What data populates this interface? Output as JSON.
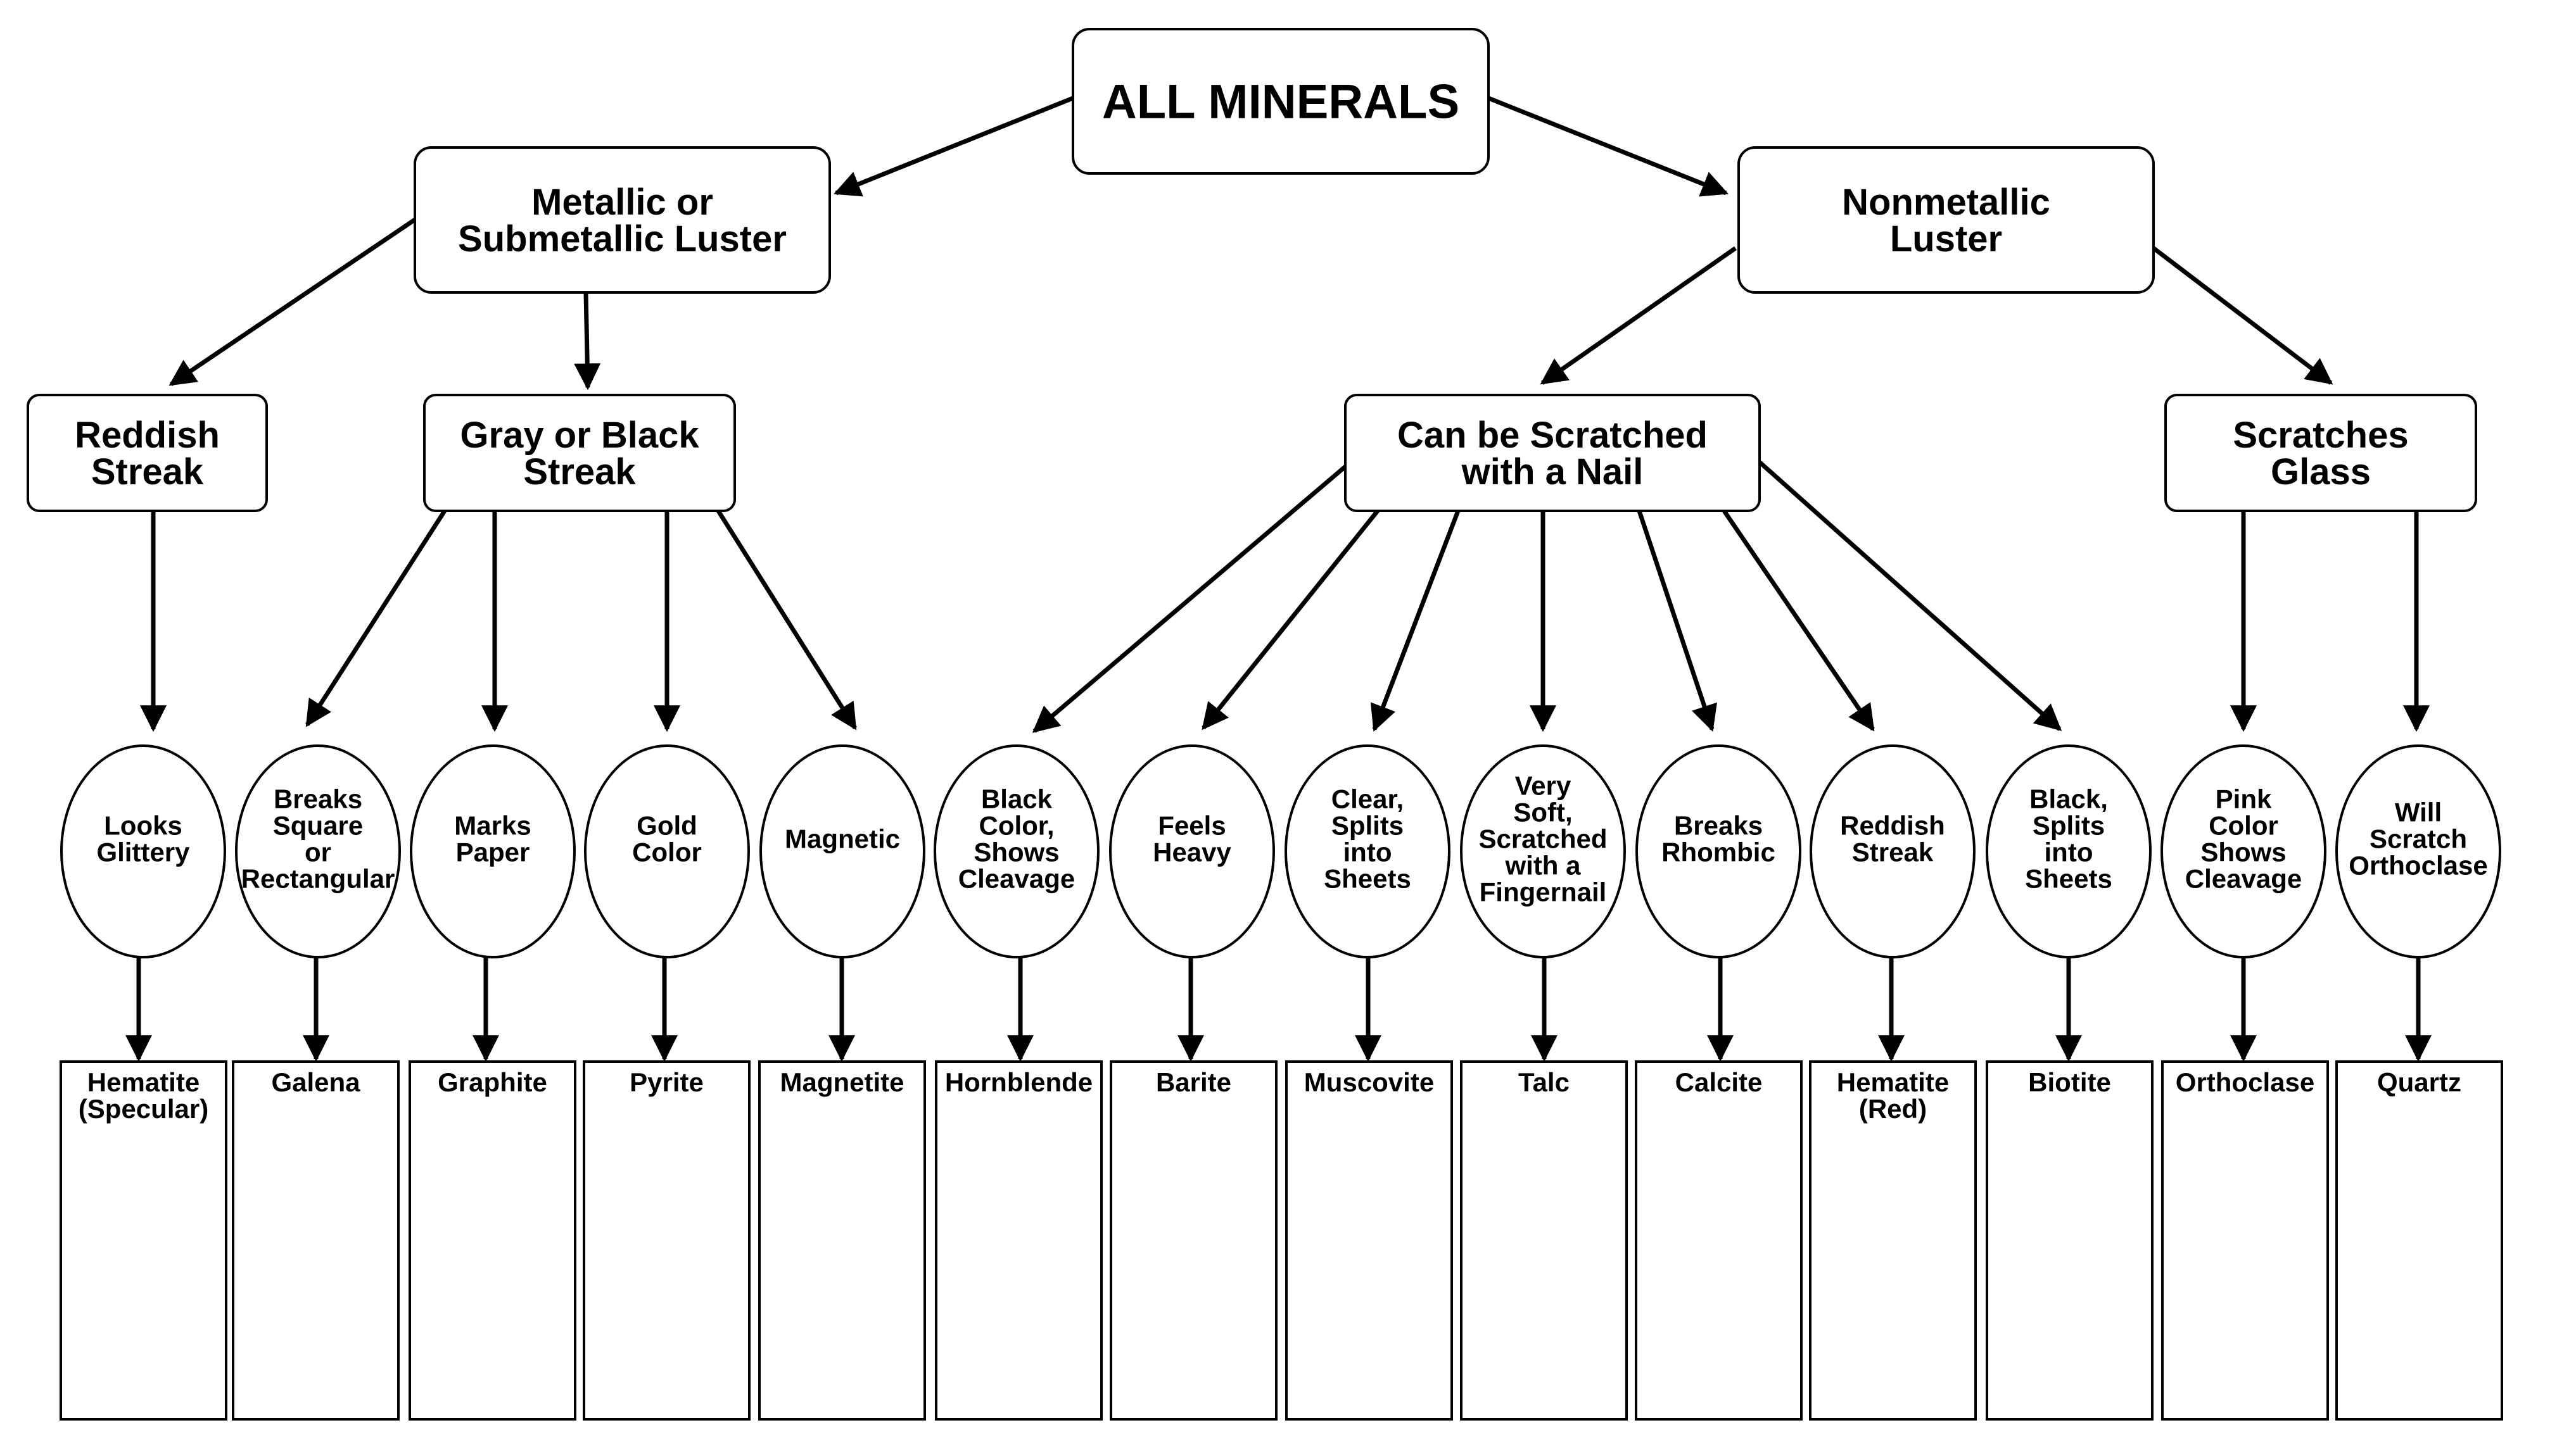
{
  "diagram": {
    "root": {
      "lines": [
        "ALL MINERALS"
      ]
    },
    "luster_groups": [
      {
        "id": "metallic",
        "lines": [
          "Metallic or",
          "Submetallic Luster"
        ]
      },
      {
        "id": "nonmetallic",
        "lines": [
          "Nonmetallic",
          "Luster"
        ]
      }
    ],
    "tests": [
      {
        "id": "reddish-streak",
        "lines": [
          "Reddish",
          "Streak"
        ]
      },
      {
        "id": "gray-black-streak",
        "lines": [
          "Gray or Black",
          "Streak"
        ]
      },
      {
        "id": "scratched-nail",
        "lines": [
          "Can be Scratched",
          "with a Nail"
        ]
      },
      {
        "id": "scratches-glass",
        "lines": [
          "Scratches",
          "Glass"
        ]
      }
    ],
    "properties": [
      {
        "id": "looks-glittery",
        "lines": [
          "Looks",
          "Glittery"
        ]
      },
      {
        "id": "breaks-square",
        "lines": [
          "Breaks",
          "Square",
          "or",
          "Rectangular"
        ]
      },
      {
        "id": "marks-paper",
        "lines": [
          "Marks",
          "Paper"
        ]
      },
      {
        "id": "gold-color",
        "lines": [
          "Gold",
          "Color"
        ]
      },
      {
        "id": "magnetic",
        "lines": [
          "Magnetic"
        ]
      },
      {
        "id": "black-cleavage",
        "lines": [
          "Black",
          "Color,",
          "Shows",
          "Cleavage"
        ]
      },
      {
        "id": "feels-heavy",
        "lines": [
          "Feels",
          "Heavy"
        ]
      },
      {
        "id": "clear-sheets",
        "lines": [
          "Clear,",
          "Splits",
          "into",
          "Sheets"
        ]
      },
      {
        "id": "very-soft",
        "lines": [
          "Very",
          "Soft,",
          "Scratched",
          "with a",
          "Fingernail"
        ]
      },
      {
        "id": "breaks-rhombic",
        "lines": [
          "Breaks",
          "Rhombic"
        ]
      },
      {
        "id": "reddish-streak-2",
        "lines": [
          "Reddish",
          "Streak"
        ]
      },
      {
        "id": "black-sheets",
        "lines": [
          "Black,",
          "Splits",
          "into",
          "Sheets"
        ]
      },
      {
        "id": "pink-cleavage",
        "lines": [
          "Pink",
          "Color",
          "Shows",
          "Cleavage"
        ]
      },
      {
        "id": "scratch-orthoclase",
        "lines": [
          "Will",
          "Scratch",
          "Orthoclase"
        ]
      }
    ],
    "minerals": [
      {
        "id": "hematite-specular",
        "lines": [
          "Hematite",
          "(Specular)"
        ]
      },
      {
        "id": "galena",
        "lines": [
          "Galena"
        ]
      },
      {
        "id": "graphite",
        "lines": [
          "Graphite"
        ]
      },
      {
        "id": "pyrite",
        "lines": [
          "Pyrite"
        ]
      },
      {
        "id": "magnetite",
        "lines": [
          "Magnetite"
        ]
      },
      {
        "id": "hornblende",
        "lines": [
          "Hornblende"
        ]
      },
      {
        "id": "barite",
        "lines": [
          "Barite"
        ]
      },
      {
        "id": "muscovite",
        "lines": [
          "Muscovite"
        ]
      },
      {
        "id": "talc",
        "lines": [
          "Talc"
        ]
      },
      {
        "id": "calcite",
        "lines": [
          "Calcite"
        ]
      },
      {
        "id": "hematite-red",
        "lines": [
          "Hematite",
          "(Red)"
        ]
      },
      {
        "id": "biotite",
        "lines": [
          "Biotite"
        ]
      },
      {
        "id": "orthoclase",
        "lines": [
          "Orthoclase"
        ]
      },
      {
        "id": "quartz",
        "lines": [
          "Quartz"
        ]
      }
    ],
    "colors": {
      "stroke": "#000000",
      "fill": "#ffffff",
      "text": "#000000"
    }
  }
}
